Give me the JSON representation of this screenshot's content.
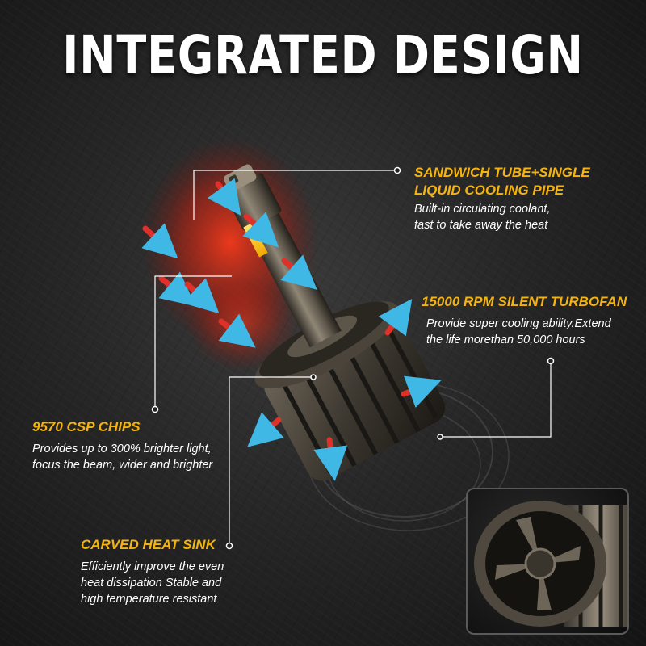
{
  "title": "INTEGRATED DESIGN",
  "callouts": {
    "sandwich": {
      "heading_line1": "SANDWICH TUBE+SINGLE",
      "heading_line2": "LIQUID COOLING PIPE",
      "desc_line1": "Built-in circulating coolant,",
      "desc_line2": "fast to take away the heat"
    },
    "turbofan": {
      "heading": "15000 RPM SILENT TURBOFAN",
      "desc_line1": "Provide super cooling ability.Extend",
      "desc_line2": "the life morethan 50,000 hours"
    },
    "csp": {
      "heading": "9570 CSP CHIPS",
      "desc_line1": "Provides up to 300% brighter light,",
      "desc_line2": "focus the beam, wider and brighter"
    },
    "heatsink": {
      "heading": "CARVED HEAT SINK",
      "desc_line1": "Efficiently improve the even",
      "desc_line2": "heat dissipation Stable and",
      "desc_line3": "high temperature resistant"
    }
  },
  "colors": {
    "heading": "#f5b30d",
    "text": "#ffffff",
    "hot_arrow": "#e0302a",
    "cool_arrow": "#3fb8e6",
    "background": "#262626"
  },
  "icons": {
    "hot_air_arrows": "arrow-icon",
    "product": "led-headlight-bulb",
    "inset": "cooling-fan-closeup"
  }
}
